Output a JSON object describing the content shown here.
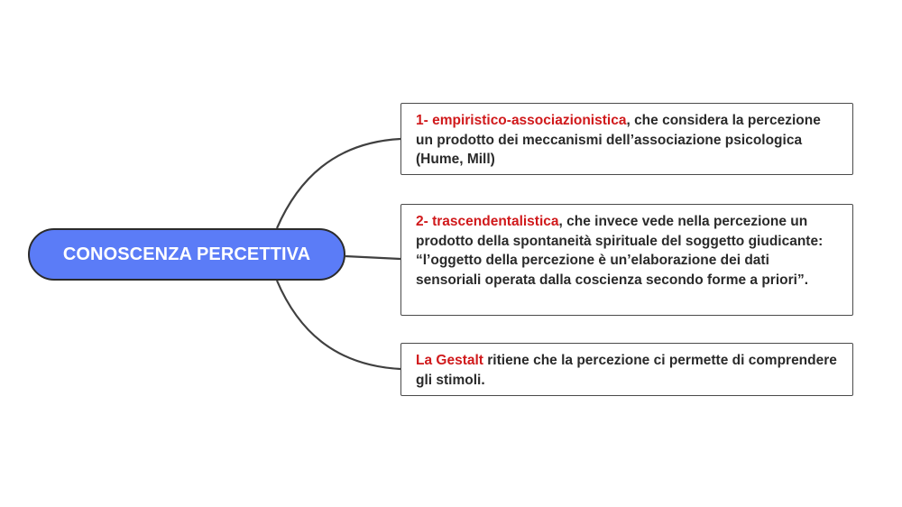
{
  "root": {
    "label": "CONOSCENZA PERCETTIVA"
  },
  "branches": [
    {
      "highlight": "1- empiristico-associazionistica",
      "text": ", che considera la percezione un prodotto dei meccanismi dell’associazione psicologica (Hume, Mill)"
    },
    {
      "highlight": "2- trascendentalistica",
      "text": ", che invece vede nella percezione un prodotto della spontaneità spirituale del soggetto giudicante: “l’oggetto della percezione è un’elaborazione dei dati sensoriali operata dalla coscienza secondo forme a priori”."
    },
    {
      "highlight": "La Gestalt",
      "text": " ritiene che la percezione ci permette di comprendere gli stimoli."
    }
  ],
  "colors": {
    "root_fill": "#5b7cf7",
    "highlight": "#d0191b",
    "connector": "#404040"
  }
}
